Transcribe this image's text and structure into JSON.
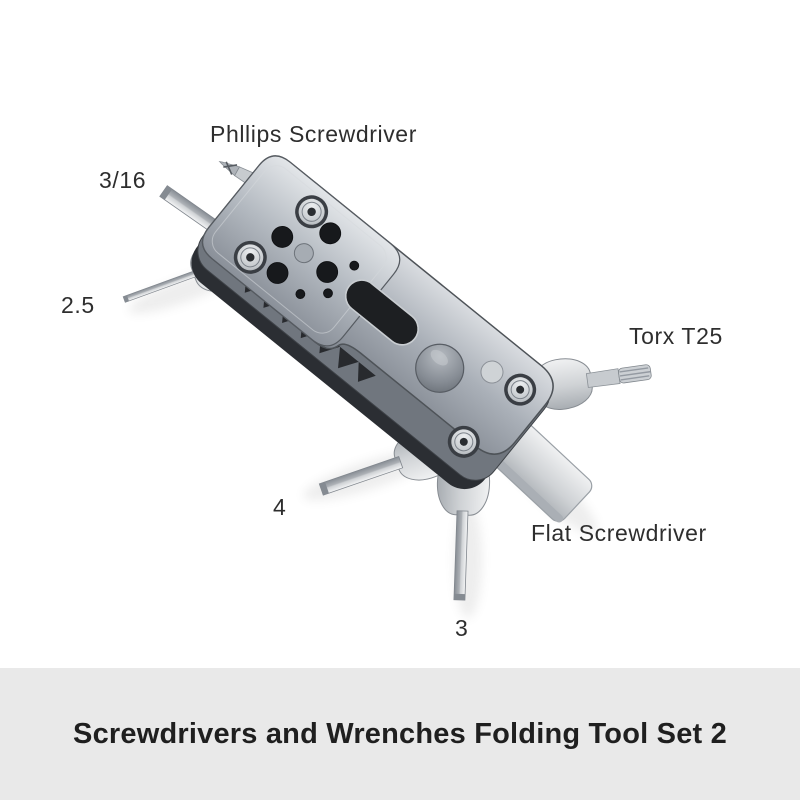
{
  "image": {
    "description": "folding multi-tool product photo",
    "annotations": {
      "phillips": "Phllips Screwdriver",
      "hex_3_16": "3/16",
      "hex_2_5": "2.5",
      "torx_t25": "Torx T25",
      "hex_4": "4",
      "flat": "Flat Screwdriver",
      "hex_3": "3"
    }
  },
  "caption": {
    "text": "Screwdrivers and Wrenches Folding Tool Set 2"
  },
  "colors": {
    "page_background": "#ffffff",
    "caption_bar_background": "#e9e9e9",
    "caption_text": "#1f1f1f",
    "annotation_text": "#2e2e2e",
    "metal_light": "#eceeef",
    "metal_mid": "#9aa0a8",
    "metal_dark": "#2b2e33"
  }
}
